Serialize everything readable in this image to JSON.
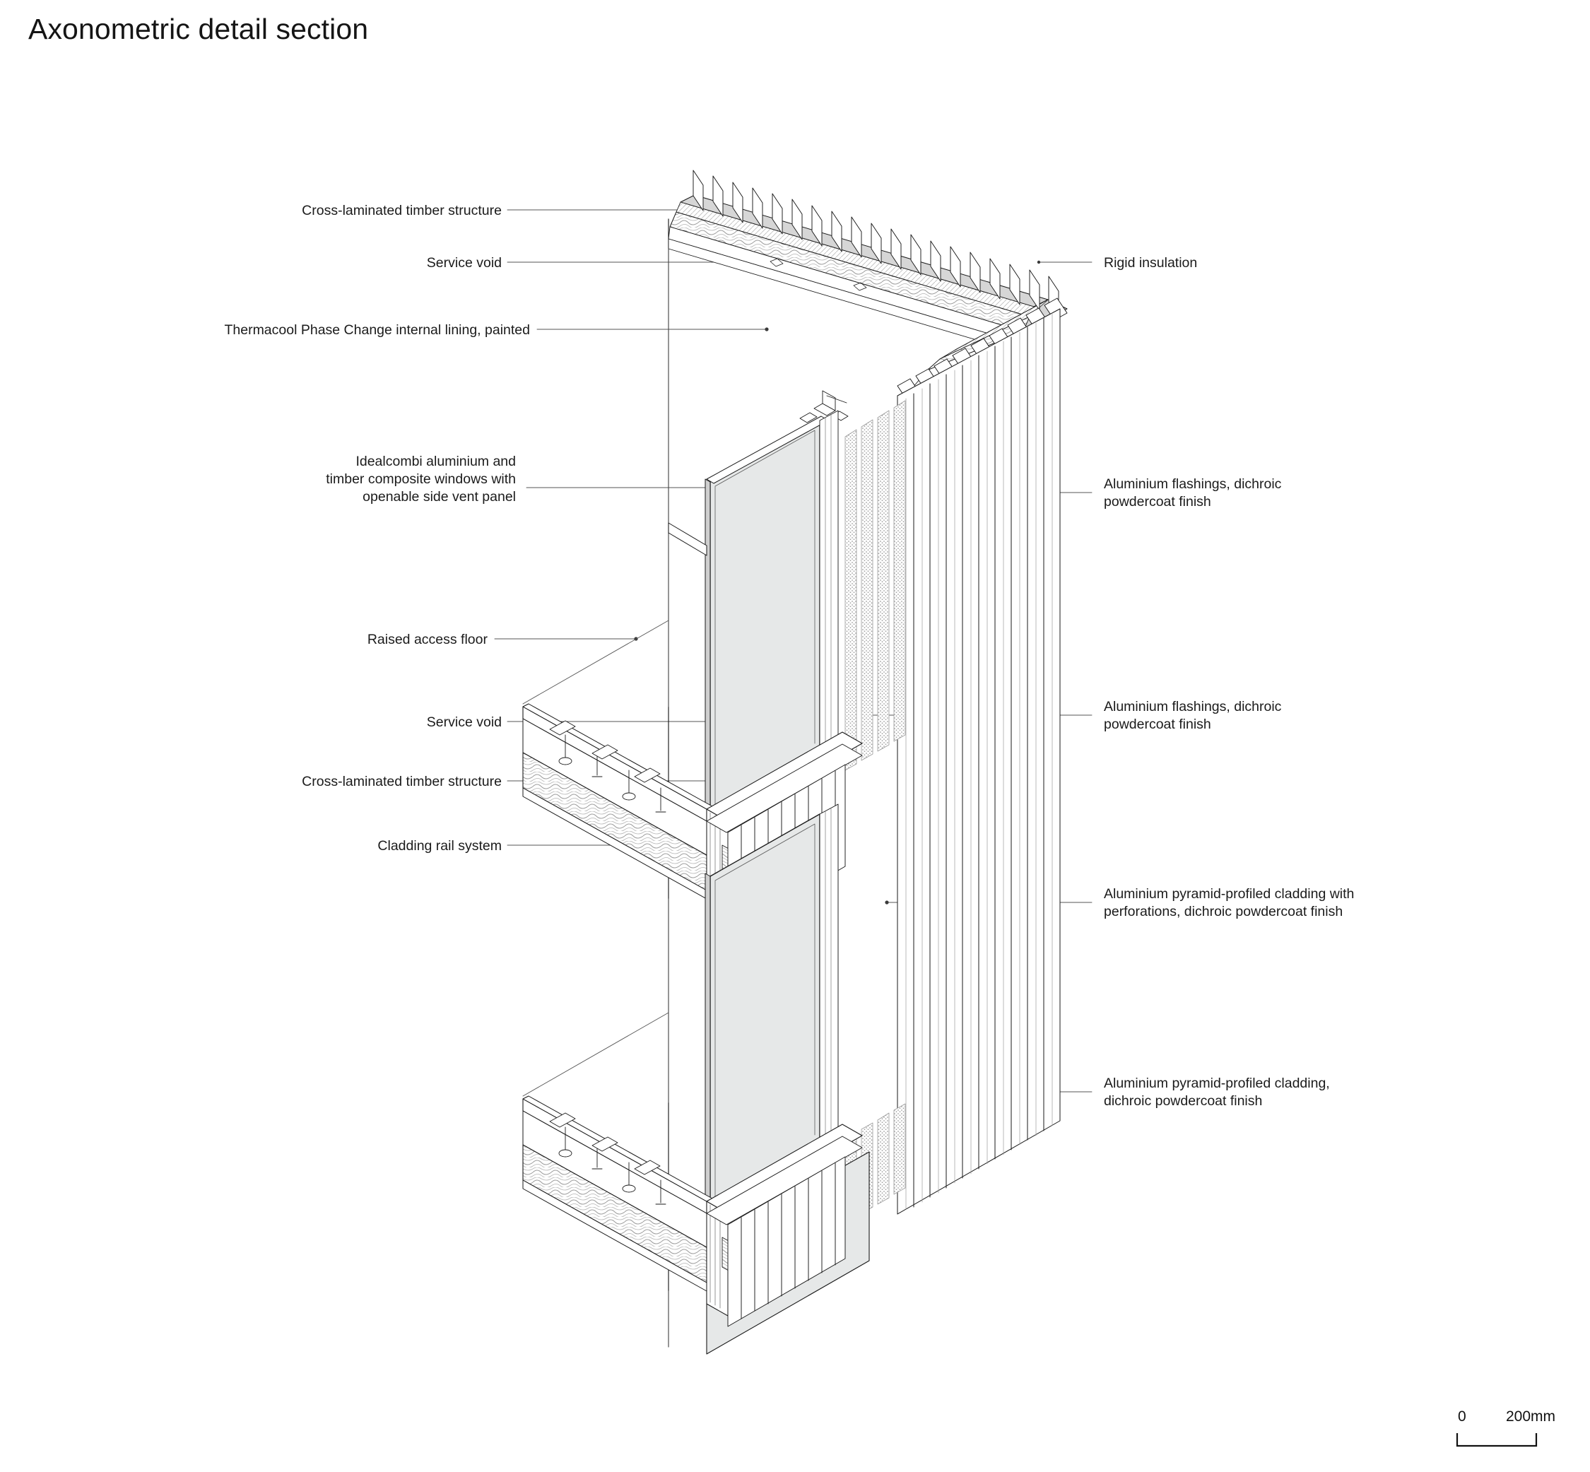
{
  "header": {
    "title": "Axonometric detail section"
  },
  "drawing": {
    "type": "architectural-axonometric-detail-section",
    "description": "Axonometric cut-away detail of a facade build-up showing cross-laminated timber floor slabs, service void, raised access floor, aluminium and timber composite windows, and aluminium pyramid-profiled rainscreen cladding.",
    "fills": {
      "glazing": "#e6e8e8",
      "insulation_band": "#d9d9d9",
      "paper": "#ffffff",
      "line": "#1a1a1a",
      "leader": "#4a4a4a"
    }
  },
  "annotations": {
    "left": [
      {
        "id": "clt-roof",
        "text": "Cross-laminated timber structure"
      },
      {
        "id": "service-void-top",
        "text": "Service void"
      },
      {
        "id": "thermacool",
        "text": "Thermacool Phase Change internal lining, painted"
      },
      {
        "id": "windows",
        "text": "Idealcombi aluminium and\ntimber composite windows with\nopenable side vent panel"
      },
      {
        "id": "raised-floor",
        "text": "Raised access floor"
      },
      {
        "id": "service-void-mid",
        "text": "Service void"
      },
      {
        "id": "clt-floor",
        "text": "Cross-laminated timber structure"
      },
      {
        "id": "cladding-rail",
        "text": "Cladding rail system"
      }
    ],
    "right": [
      {
        "id": "rigid-insulation",
        "text": "Rigid insulation"
      },
      {
        "id": "flashings-upper",
        "text": "Aluminium flashings, dichroic\npowdercoat finish"
      },
      {
        "id": "flashings-lower",
        "text": "Aluminium flashings, dichroic\npowdercoat finish"
      },
      {
        "id": "cladding-perf",
        "text": "Aluminium pyramid-profiled cladding with\nperforations, dichroic powdercoat finish"
      },
      {
        "id": "cladding-plain",
        "text": "Aluminium pyramid-profiled cladding,\ndichroic powdercoat finish"
      }
    ]
  },
  "scale_bar": {
    "start_label": "0",
    "end_label": "200mm"
  }
}
